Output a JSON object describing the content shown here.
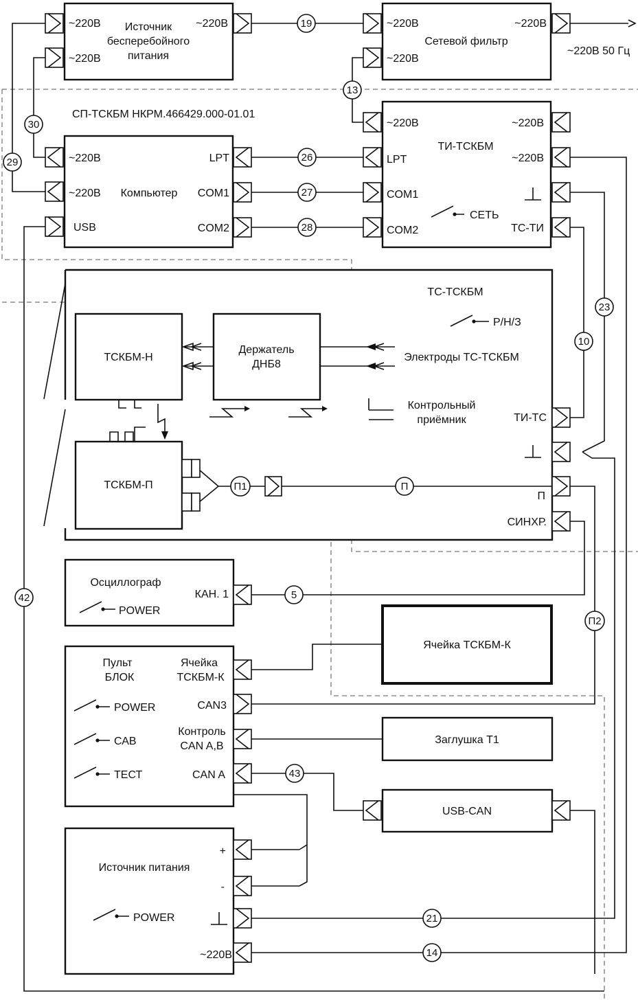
{
  "blocks": {
    "ups": {
      "label_1": "Источник",
      "label_2": "бесперебойного",
      "label_3": "питания",
      "in_1": "~220В",
      "in_2": "~220В",
      "out": "~220В"
    },
    "filter": {
      "label": "Сетевой фильтр",
      "in_1": "~220В",
      "in_2": "~220В",
      "out": "~220В",
      "mains": "~220В 50 Гц"
    },
    "group_label": "СП-ТСКБМ НКРМ.466429.000-01.01",
    "computer": {
      "label": "Компьютер",
      "p_220_1": "~220В",
      "p_220_2": "~220В",
      "usb": "USB",
      "lpt": "LPT",
      "com1": "COM1",
      "com2": "COM2"
    },
    "ti": {
      "label": "ТИ-ТСКБМ",
      "p_220_in": "~220В",
      "lpt": "LPT",
      "com1": "COM1",
      "com2": "COM2",
      "p_220_out1": "~220В",
      "p_220_out2": "~220В",
      "tc_ti": "ТС-ТИ",
      "switch": "СЕТЬ"
    },
    "tc": {
      "label": "ТС-ТСКБМ",
      "switch": "Р/Н/З",
      "electrodes": "Электроды ТС-ТСКБМ",
      "receiver_1": "Контрольный",
      "receiver_2": "приёмник",
      "ti_tc": "ТИ-ТС",
      "p": "П",
      "sync": "СИНХР."
    },
    "tskbm_n": {
      "label": "ТСКБМ-Н"
    },
    "holder": {
      "label_1": "Держатель",
      "label_2": "ДНБ8"
    },
    "tskbm_p": {
      "label": "ТСКБМ-П"
    },
    "osc": {
      "label": "Осциллограф",
      "switch": "POWER",
      "ch1": "КАН. 1"
    },
    "cell": {
      "label": "Ячейка ТСКБМ-К"
    },
    "pult": {
      "label_1": "Пульт",
      "label_2": "БЛОК",
      "sw_power": "POWER",
      "sw_cab": "САВ",
      "sw_test": "ТЕСТ",
      "cell_1": "Ячейка",
      "cell_2": "ТСКБМ-К",
      "can3": "CAN3",
      "ctrl_1": "Контроль",
      "ctrl_2": "CAN A,B",
      "can_a": "CAN A"
    },
    "plug": {
      "label": "Заглушка Т1"
    },
    "usbcan": {
      "label": "USB-CAN"
    },
    "psu": {
      "label": "Источник питания",
      "switch": "POWER",
      "plus": "+",
      "minus": "-",
      "v220": "~220В"
    }
  },
  "markers": {
    "m19": "19",
    "m13": "13",
    "m30": "30",
    "m29": "29",
    "m26": "26",
    "m27": "27",
    "m28": "28",
    "m23": "23",
    "m10": "10",
    "mp1": "П1",
    "mp": "П",
    "m5": "5",
    "m42": "42",
    "mp2": "П2",
    "m43": "43",
    "m21": "21",
    "m14": "14"
  }
}
